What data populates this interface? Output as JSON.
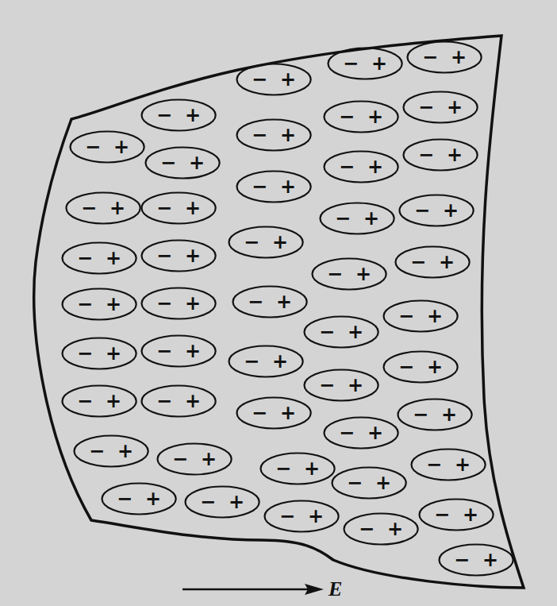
{
  "diagram": {
    "nodes": [
      {
        "text": [
          "−",
          "+"
        ]
      },
      {
        "text": [
          "−",
          "+"
        ]
      },
      {
        "text": [
          "−",
          "+"
        ]
      },
      {
        "text": [
          "−",
          "+"
        ]
      },
      {
        "text": [
          "−",
          "+"
        ]
      },
      {
        "text": [
          "−",
          "+"
        ]
      },
      {
        "text": [
          "−",
          "+"
        ]
      },
      {
        "text": [
          "−",
          "+"
        ]
      },
      {
        "text": [
          "−",
          "+"
        ]
      },
      {
        "text": [
          "−",
          "+"
        ]
      },
      {
        "text": [
          "−",
          "+"
        ]
      },
      {
        "text": [
          "−",
          "+"
        ]
      },
      {
        "text": [
          "−",
          "+"
        ]
      },
      {
        "text": [
          "−",
          "+"
        ]
      },
      {
        "text": [
          "−",
          "+"
        ]
      },
      {
        "text": [
          "−",
          "+"
        ]
      },
      {
        "text": [
          "−",
          "+"
        ]
      },
      {
        "text": [
          "−",
          "+"
        ]
      },
      {
        "text": [
          "−",
          "+"
        ]
      },
      {
        "text": [
          "−",
          "+"
        ]
      },
      {
        "text": [
          "−",
          "+"
        ]
      },
      {
        "text": [
          "−",
          "+"
        ]
      },
      {
        "text": [
          "−",
          "+"
        ]
      },
      {
        "text": [
          "−",
          "+"
        ]
      },
      {
        "text": [
          "−",
          "+"
        ]
      },
      {
        "text": [
          "−",
          "+"
        ]
      },
      {
        "text": [
          "−",
          "+"
        ]
      },
      {
        "text": [
          "−",
          "+"
        ]
      },
      {
        "text": [
          "−",
          "+"
        ]
      },
      {
        "text": [
          "−",
          "+"
        ]
      },
      {
        "text": [
          "−",
          "+"
        ]
      },
      {
        "text": [
          "−",
          "+"
        ]
      },
      {
        "text": [
          "−",
          "+"
        ]
      },
      {
        "text": [
          "−",
          "+"
        ]
      },
      {
        "text": [
          "−",
          "+"
        ]
      },
      {
        "text": [
          "−",
          "+"
        ]
      },
      {
        "text": [
          "−",
          "+"
        ]
      },
      {
        "text": [
          "−",
          "+"
        ]
      },
      {
        "text": [
          "−",
          "+"
        ]
      },
      {
        "text": [
          "−",
          "+"
        ]
      },
      {
        "text": [
          "−",
          "+"
        ]
      },
      {
        "text": [
          "−",
          "+"
        ]
      },
      {
        "text": [
          "−",
          "+"
        ]
      },
      {
        "text": [
          "−",
          "+"
        ]
      },
      {
        "text": [
          "−",
          "+"
        ]
      },
      {
        "text": [
          "−",
          "+"
        ]
      },
      {
        "text": [
          "−",
          "+"
        ]
      }
    ],
    "labels": [
      "E"
    ]
  }
}
